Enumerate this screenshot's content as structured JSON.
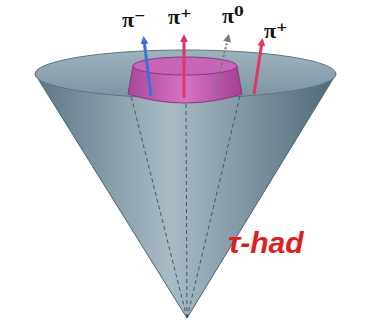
{
  "diagram": {
    "labels": [
      "π⁻",
      "π⁺",
      "π⁰",
      "π⁺",
      "τ-had"
    ]
  }
}
